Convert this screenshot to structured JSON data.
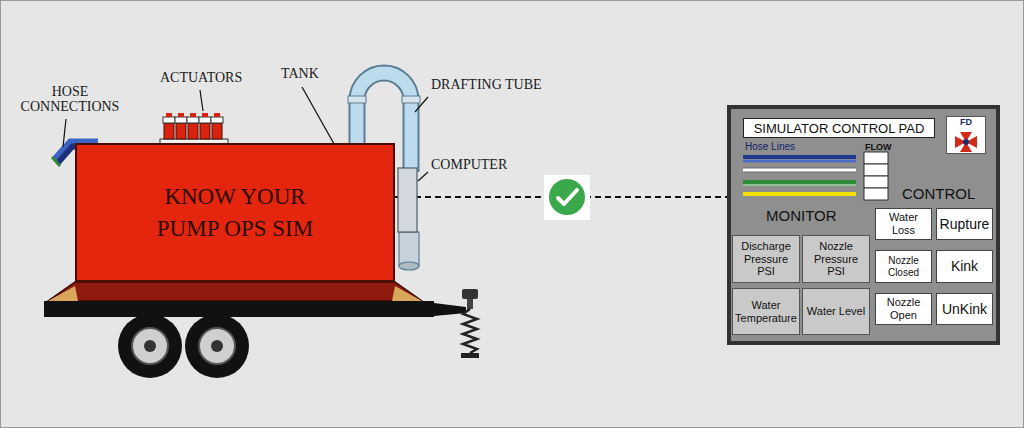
{
  "diagram": {
    "nodes": [
      {
        "text": [
          "KNOW YOUR PUMP OPS SIM"
        ]
      },
      {
        "text": [
          "Hose Lines",
          "FLOW",
          "CONTROL",
          "MONITOR"
        ]
      },
      {
        "text": [
          "SIMULATOR CONTROL PAD"
        ],
        "in": 1
      },
      {
        "text": [
          "FD"
        ],
        "in": 1
      },
      {
        "text": [
          "Water Loss"
        ],
        "in": 1
      },
      {
        "text": [
          "Rupture"
        ],
        "in": 1
      },
      {
        "text": [
          "Discharge Pressure PSI"
        ],
        "in": 1
      },
      {
        "text": [
          "Nozzle Pressure PSI"
        ],
        "in": 1
      },
      {
        "text": [
          "Nozzle Closed"
        ],
        "in": 1
      },
      {
        "text": [
          "Kink"
        ],
        "in": 1
      },
      {
        "text": [
          "Water Temperature"
        ],
        "in": 1
      },
      {
        "text": [
          "Water Level"
        ],
        "in": 1
      },
      {
        "text": [
          "Nozzle Open"
        ],
        "in": 1
      },
      {
        "text": [
          "UnKink"
        ],
        "in": 1
      }
    ],
    "edges": [
      {
        "from": 0,
        "to": 1,
        "arrow": "none"
      }
    ],
    "labels": [
      "HOSE CONNECTIONS",
      "ACTUATORS",
      "TANK",
      "DRAFTING TUBE",
      "COMPUTER"
    ]
  }
}
